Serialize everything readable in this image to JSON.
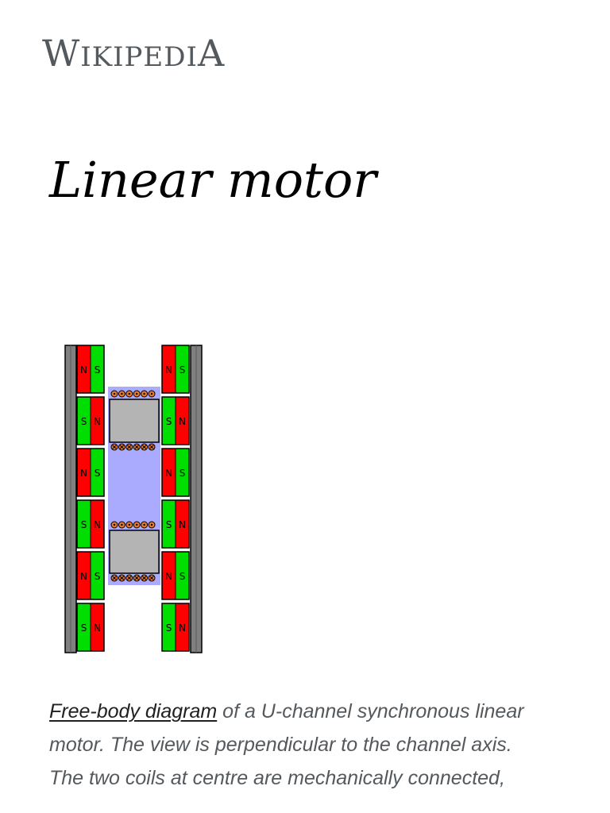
{
  "site": {
    "logo_text": "Wikipedia",
    "logo_first": "W",
    "logo_mid": "IKIPEDI",
    "logo_last": "A"
  },
  "article": {
    "title": "Linear motor"
  },
  "figure": {
    "magnet_labels": {
      "north": "N",
      "south": "S"
    },
    "colors": {
      "north": "#ff0000",
      "south": "#00dd00",
      "rail": "#808080",
      "carriage": "#aaaaff",
      "coil_core": "#b4b4b4",
      "coil_wire": "#e87a2a"
    }
  },
  "caption": {
    "link_text": "Free-body diagram",
    "line1_rest": " of a U-channel synchronous linear",
    "line2": "motor. The view is perpendicular to the channel axis.",
    "line3": "The two coils at centre are mechanically connected,"
  }
}
